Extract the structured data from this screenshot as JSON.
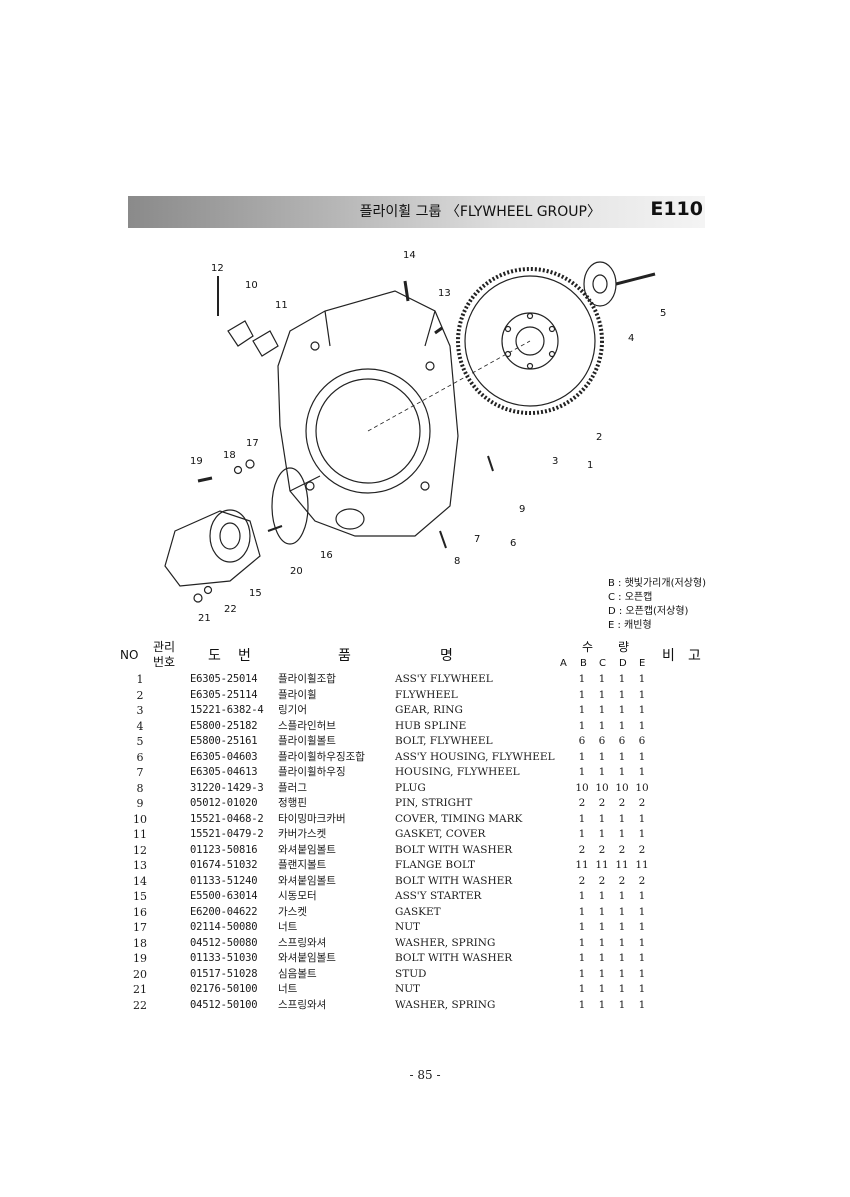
{
  "header": {
    "title": "플라이휠 그룹 〈FLYWHEEL GROUP〉",
    "code": "E110"
  },
  "diagram": {
    "callouts": [
      "1",
      "2",
      "3",
      "4",
      "5",
      "6",
      "7",
      "8",
      "9",
      "10",
      "11",
      "12",
      "13",
      "14",
      "15",
      "16",
      "17",
      "18",
      "19",
      "20",
      "21",
      "22"
    ]
  },
  "legend": [
    "B : 햇빛가리개(저상형)",
    "C : 오픈캡",
    "D : 오픈캡(저상형)",
    "E : 캐빈형"
  ],
  "table": {
    "headers": {
      "no": "NO",
      "mgmt_1": "관리",
      "mgmt_2": "번호",
      "drawing_1": "도",
      "drawing_2": "번",
      "name_1": "품",
      "name_2": "명",
      "qty_1": "수",
      "qty_2": "량",
      "remarks_1": "비",
      "remarks_2": "고",
      "cols": [
        "A",
        "B",
        "C",
        "D",
        "E"
      ]
    },
    "rows": [
      {
        "no": "1",
        "part": "E6305-25014",
        "kr": "플라이휠조합",
        "en": "ASS'Y FLYWHEEL",
        "q": [
          "1",
          "1",
          "1",
          "1"
        ]
      },
      {
        "no": "2",
        "part": "E6305-25114",
        "kr": "플라이휠",
        "en": "FLYWHEEL",
        "q": [
          "1",
          "1",
          "1",
          "1"
        ]
      },
      {
        "no": "3",
        "part": "15221-6382-4",
        "kr": "링기어",
        "en": "GEAR, RING",
        "q": [
          "1",
          "1",
          "1",
          "1"
        ]
      },
      {
        "no": "4",
        "part": "E5800-25182",
        "kr": "스플라인허브",
        "en": "HUB SPLINE",
        "q": [
          "1",
          "1",
          "1",
          "1"
        ]
      },
      {
        "no": "5",
        "part": "E5800-25161",
        "kr": "플라이휠볼트",
        "en": "BOLT, FLYWHEEL",
        "q": [
          "6",
          "6",
          "6",
          "6"
        ]
      },
      {
        "no": "6",
        "part": "E6305-04603",
        "kr": "플라이휠하우징조합",
        "en": "ASS'Y HOUSING, FLYWHEEL",
        "q": [
          "1",
          "1",
          "1",
          "1"
        ]
      },
      {
        "no": "7",
        "part": "E6305-04613",
        "kr": "플라이휠하우징",
        "en": "HOUSING, FLYWHEEL",
        "q": [
          "1",
          "1",
          "1",
          "1"
        ]
      },
      {
        "no": "8",
        "part": "31220-1429-3",
        "kr": "플러그",
        "en": "PLUG",
        "q": [
          "10",
          "10",
          "10",
          "10"
        ]
      },
      {
        "no": "9",
        "part": "05012-01020",
        "kr": "정행핀",
        "en": "PIN, STRIGHT",
        "q": [
          "2",
          "2",
          "2",
          "2"
        ]
      },
      {
        "no": "10",
        "part": "15521-0468-2",
        "kr": "타이밍마크카버",
        "en": "COVER, TIMING MARK",
        "q": [
          "1",
          "1",
          "1",
          "1"
        ]
      },
      {
        "no": "11",
        "part": "15521-0479-2",
        "kr": "카버가스켓",
        "en": "GASKET, COVER",
        "q": [
          "1",
          "1",
          "1",
          "1"
        ]
      },
      {
        "no": "12",
        "part": "01123-50816",
        "kr": "와셔붙임볼트",
        "en": "BOLT WITH WASHER",
        "q": [
          "2",
          "2",
          "2",
          "2"
        ]
      },
      {
        "no": "13",
        "part": "01674-51032",
        "kr": "플랜지볼트",
        "en": "FLANGE BOLT",
        "q": [
          "11",
          "11",
          "11",
          "11"
        ]
      },
      {
        "no": "14",
        "part": "01133-51240",
        "kr": "와셔붙임볼트",
        "en": "BOLT WITH WASHER",
        "q": [
          "2",
          "2",
          "2",
          "2"
        ]
      },
      {
        "no": "15",
        "part": "E5500-63014",
        "kr": "시동모터",
        "en": "ASS'Y STARTER",
        "q": [
          "1",
          "1",
          "1",
          "1"
        ]
      },
      {
        "no": "16",
        "part": "E6200-04622",
        "kr": "가스켓",
        "en": "GASKET",
        "q": [
          "1",
          "1",
          "1",
          "1"
        ]
      },
      {
        "no": "17",
        "part": "02114-50080",
        "kr": "너트",
        "en": "NUT",
        "q": [
          "1",
          "1",
          "1",
          "1"
        ]
      },
      {
        "no": "18",
        "part": "04512-50080",
        "kr": "스프링와셔",
        "en": "WASHER, SPRING",
        "q": [
          "1",
          "1",
          "1",
          "1"
        ]
      },
      {
        "no": "19",
        "part": "01133-51030",
        "kr": "와셔붙임볼트",
        "en": "BOLT WITH WASHER",
        "q": [
          "1",
          "1",
          "1",
          "1"
        ]
      },
      {
        "no": "20",
        "part": "01517-51028",
        "kr": "심음볼트",
        "en": "STUD",
        "q": [
          "1",
          "1",
          "1",
          "1"
        ]
      },
      {
        "no": "21",
        "part": "02176-50100",
        "kr": "너트",
        "en": "NUT",
        "q": [
          "1",
          "1",
          "1",
          "1"
        ]
      },
      {
        "no": "22",
        "part": "04512-50100",
        "kr": "스프링와셔",
        "en": "WASHER, SPRING",
        "q": [
          "1",
          "1",
          "1",
          "1"
        ]
      }
    ]
  },
  "footer": {
    "page": "- 85 -"
  }
}
